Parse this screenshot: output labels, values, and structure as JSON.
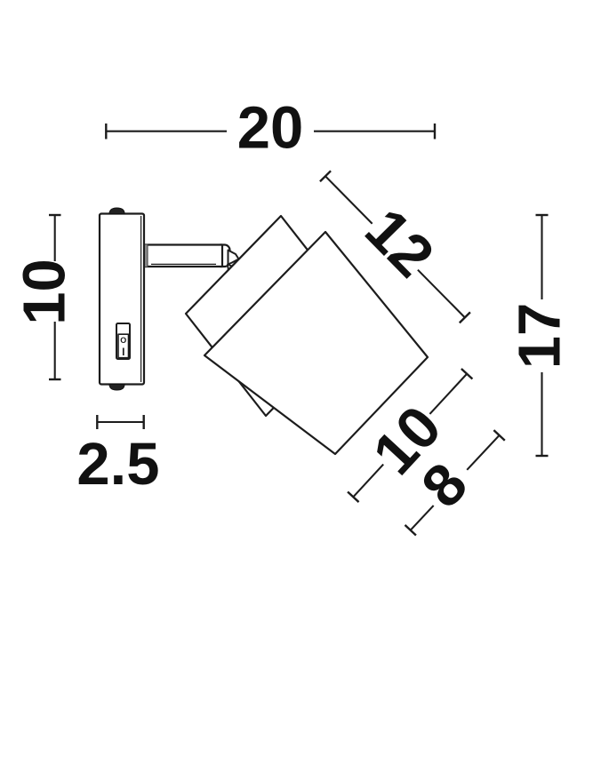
{
  "dimensions": {
    "total_width": {
      "label": "20"
    },
    "bracket_height": {
      "label": "10"
    },
    "bracket_depth": {
      "label": "2.5"
    },
    "head_length": {
      "label": "12"
    },
    "total_height": {
      "label": "17"
    },
    "head_diameter": {
      "label": "10"
    },
    "head_front_diameter": {
      "label": "8"
    }
  },
  "switch": {
    "off_symbol": "O",
    "on_symbol": "I"
  },
  "colors": {
    "line": "#1c1c1c",
    "background": "#ffffff",
    "knob": "#222222",
    "collar": "#8f8f8f"
  }
}
